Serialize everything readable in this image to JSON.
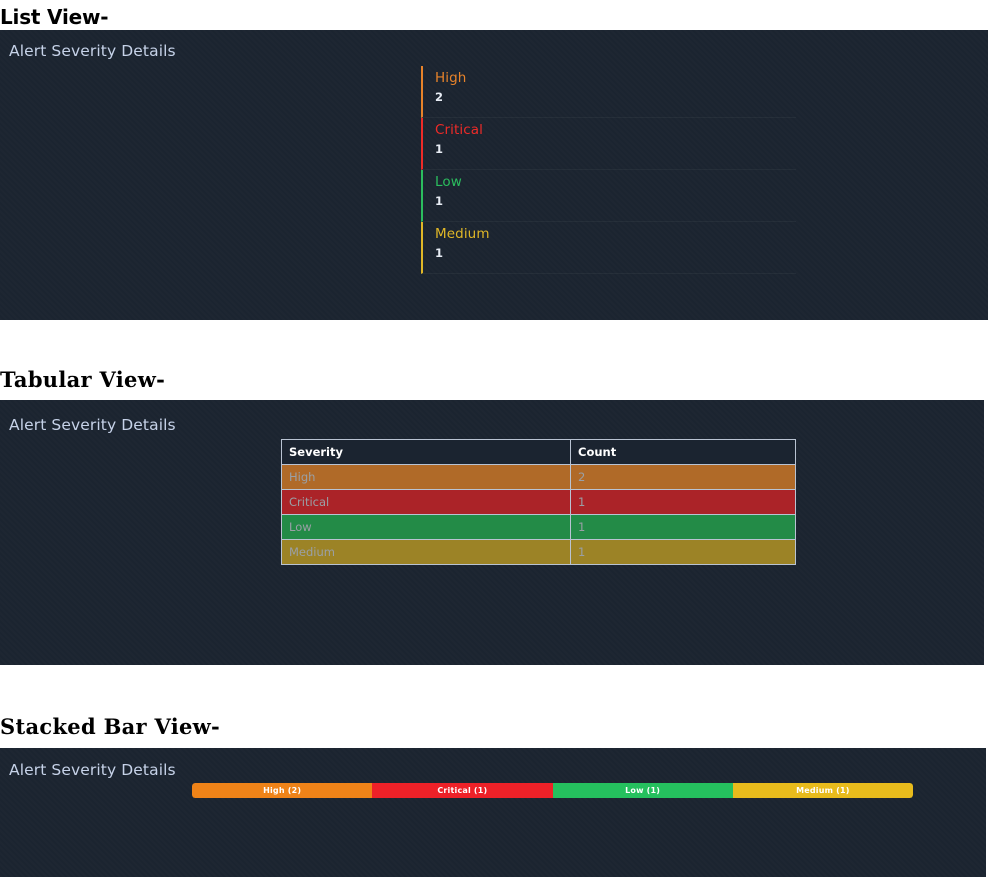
{
  "sections": [
    {
      "title": "List View-",
      "panel_title": "Alert Severity Details"
    },
    {
      "title": "Tabular View-",
      "panel_title": "Alert Severity Details"
    },
    {
      "title": "Stacked Bar View-",
      "panel_title": "Alert Severity Details"
    }
  ],
  "list_view": {
    "items": [
      {
        "label": "High",
        "count": "2",
        "color": "#e8832a"
      },
      {
        "label": "Critical",
        "count": "1",
        "color": "#ee2b28"
      },
      {
        "label": "Low",
        "count": "1",
        "color": "#2bbd5e"
      },
      {
        "label": "Medium",
        "count": "1",
        "color": "#e0b727"
      }
    ]
  },
  "table_view": {
    "columns": [
      "Severity",
      "Count"
    ],
    "rows": [
      {
        "severity": "High",
        "count": "2",
        "row_color": "#b06a28"
      },
      {
        "severity": "Critical",
        "count": "1",
        "row_color": "#ab2328"
      },
      {
        "severity": "Low",
        "count": "1",
        "row_color": "#238b47"
      },
      {
        "severity": "Medium",
        "count": "1",
        "row_color": "#9c8326"
      }
    ]
  },
  "stacked_bar_view": {
    "segments": [
      {
        "label": "High (2)",
        "color": "#ef8318"
      },
      {
        "label": "Critical (1)",
        "color": "#ee2128"
      },
      {
        "label": "Low (1)",
        "color": "#25c05e"
      },
      {
        "label": "Medium (1)",
        "color": "#e8bb1c"
      }
    ]
  },
  "chart_data": {
    "type": "bar",
    "title": "Alert Severity Details",
    "categories": [
      "High",
      "Critical",
      "Low",
      "Medium"
    ],
    "values": [
      2,
      1,
      1,
      1
    ],
    "xlabel": "Severity",
    "ylabel": "Count",
    "colors": [
      "#ef8318",
      "#ee2128",
      "#25c05e",
      "#e8bb1c"
    ],
    "legend": [
      "High (2)",
      "Critical (1)",
      "Low (1)",
      "Medium (1)"
    ],
    "grid": false
  }
}
